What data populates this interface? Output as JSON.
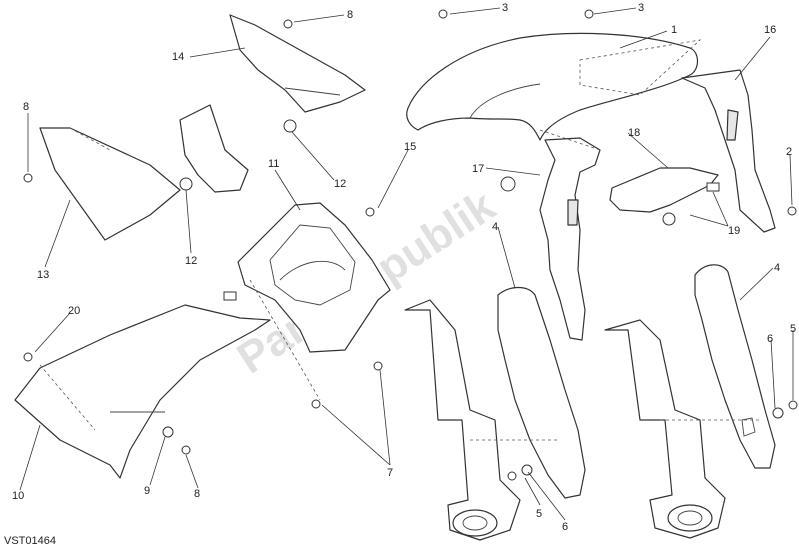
{
  "callouts": [
    {
      "label": "1"
    },
    {
      "label": "2"
    },
    {
      "label": "3"
    },
    {
      "label": "3"
    },
    {
      "label": "4"
    },
    {
      "label": "4"
    },
    {
      "label": "5"
    },
    {
      "label": "5"
    },
    {
      "label": "6"
    },
    {
      "label": "6"
    },
    {
      "label": "7"
    },
    {
      "label": "8"
    },
    {
      "label": "8"
    },
    {
      "label": "8"
    },
    {
      "label": "9"
    },
    {
      "label": "10"
    },
    {
      "label": "11"
    },
    {
      "label": "12"
    },
    {
      "label": "12"
    },
    {
      "label": "13"
    },
    {
      "label": "14"
    },
    {
      "label": "15"
    },
    {
      "label": "16"
    },
    {
      "label": "17"
    },
    {
      "label": "18"
    },
    {
      "label": "19"
    },
    {
      "label": "20"
    }
  ],
  "drawing_code": "VST01464",
  "watermark": "PartsRepublik"
}
